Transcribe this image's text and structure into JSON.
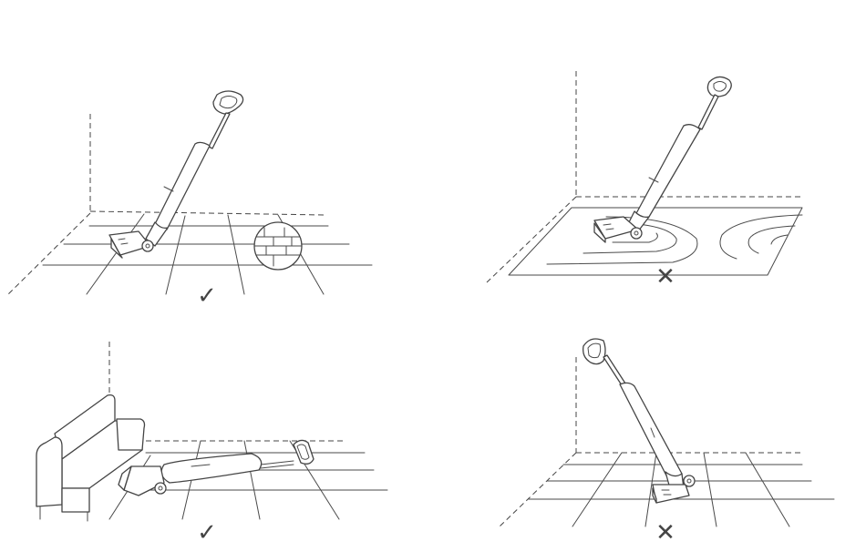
{
  "panels": [
    {
      "id": "hard-floor",
      "mark": "✓",
      "ok": true
    },
    {
      "id": "rug-floor",
      "mark": "✕",
      "ok": false
    },
    {
      "id": "under-sofa",
      "mark": "✓",
      "ok": true
    },
    {
      "id": "upright-lifted",
      "mark": "✕",
      "ok": false
    }
  ],
  "colors": {
    "line": "#444444",
    "background": "#ffffff"
  }
}
